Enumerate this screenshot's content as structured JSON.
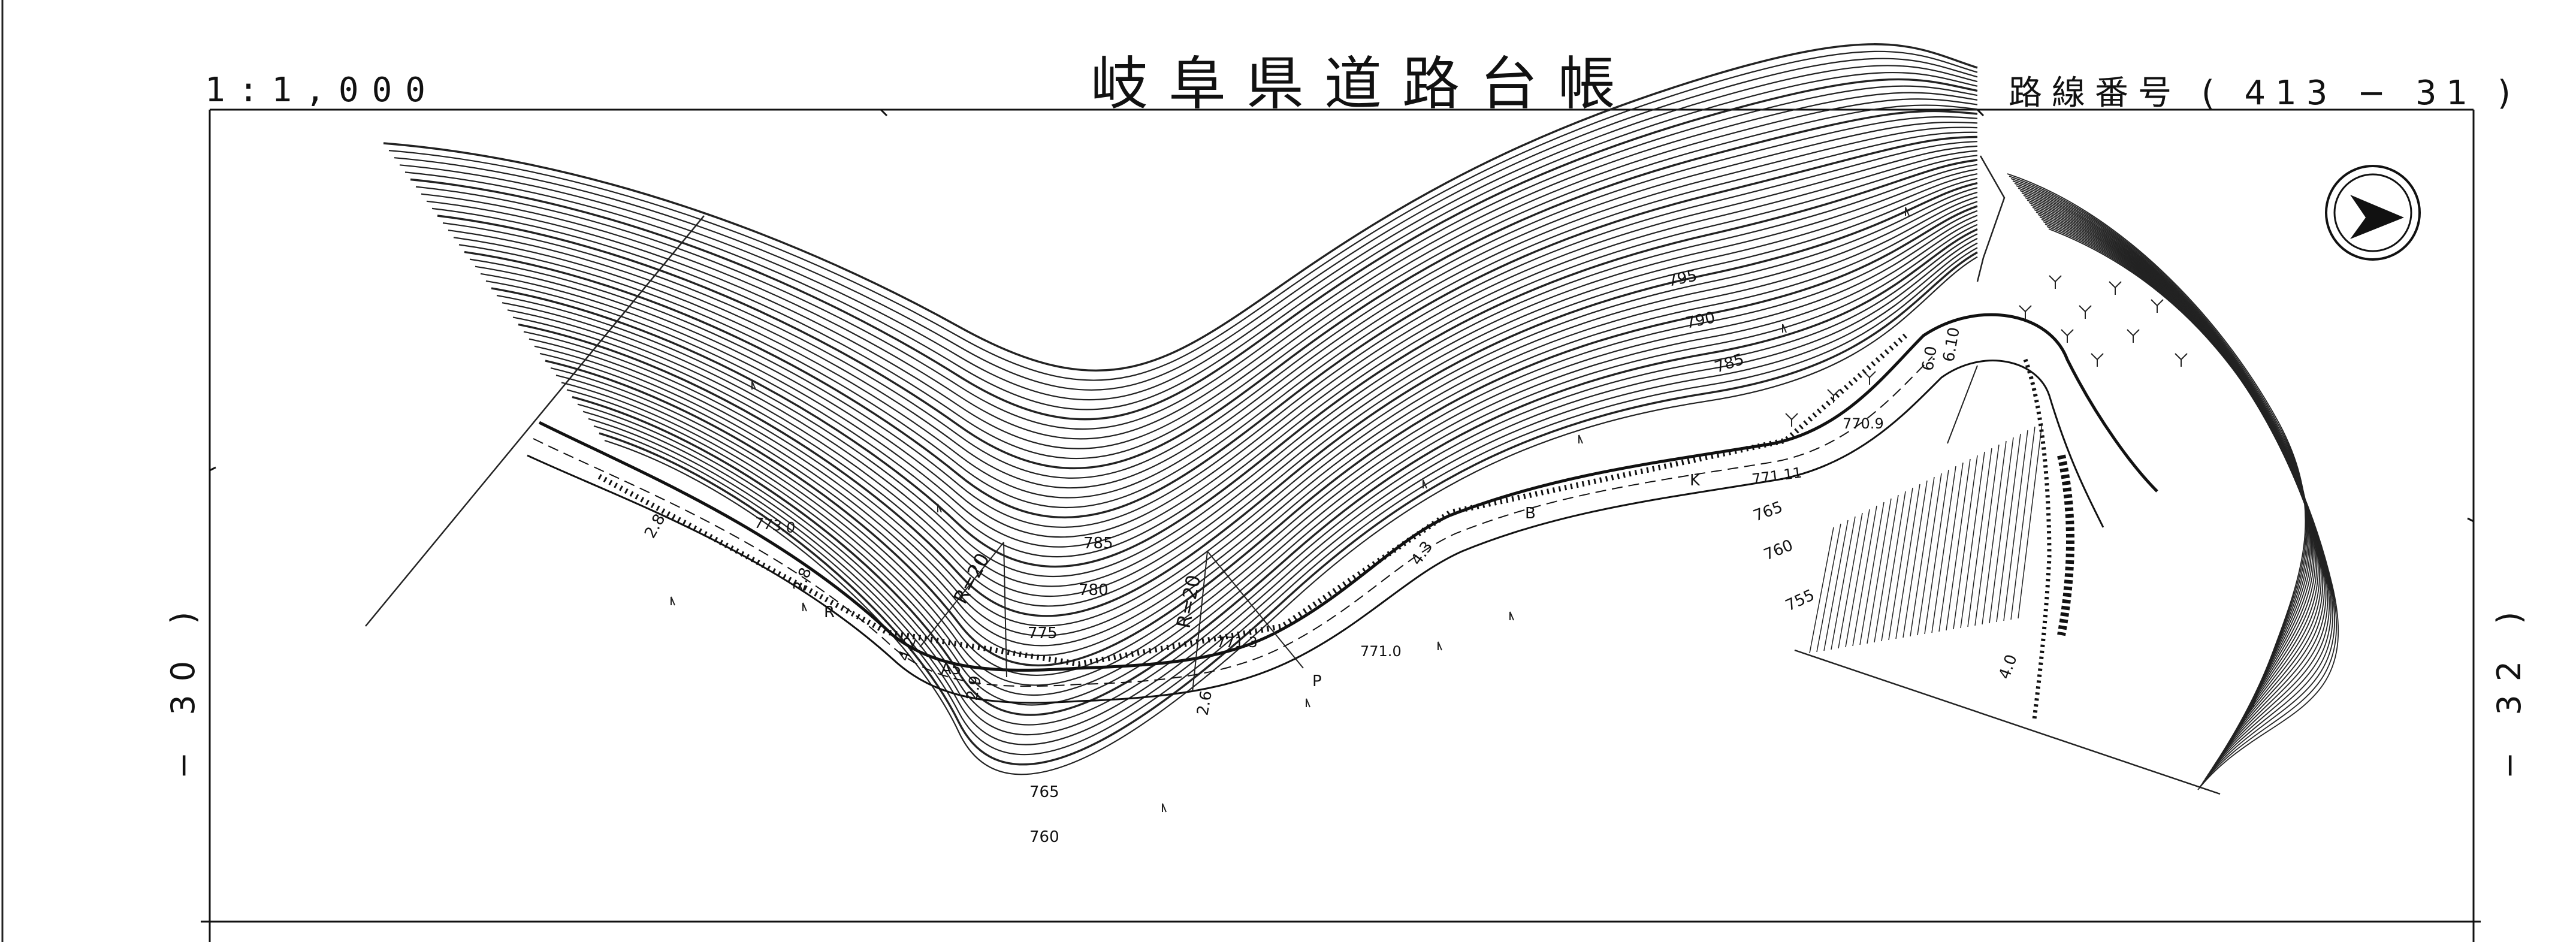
{
  "header": {
    "title": "岐阜県道路台帳",
    "scale": "1:1,000",
    "route_label": "路線番号",
    "route_open": "(",
    "route_number": "413 − 31",
    "route_close": ")"
  },
  "margins": {
    "left_sheet": "30 )",
    "left_dash": "−",
    "right_sheet": "32 )",
    "right_dash": "−"
  },
  "map": {
    "north_arrow": "north-arrow-icon",
    "contour_labels": [
      "795",
      "790",
      "785",
      "785",
      "780",
      "775",
      "765",
      "760",
      "765",
      "760",
      "755"
    ],
    "spot_elevations": [
      "773.0",
      "771.3",
      "771.0",
      "771.11",
      "770.9"
    ],
    "curve_radii": [
      "R=20",
      "R=20"
    ],
    "road_annotations": [
      "2.9",
      "2.6",
      "2.8",
      "2.8",
      "A5",
      "4.2",
      "4.3",
      "6.0",
      "6.10",
      "4.0",
      "R",
      "P",
      "K",
      "B"
    ]
  }
}
